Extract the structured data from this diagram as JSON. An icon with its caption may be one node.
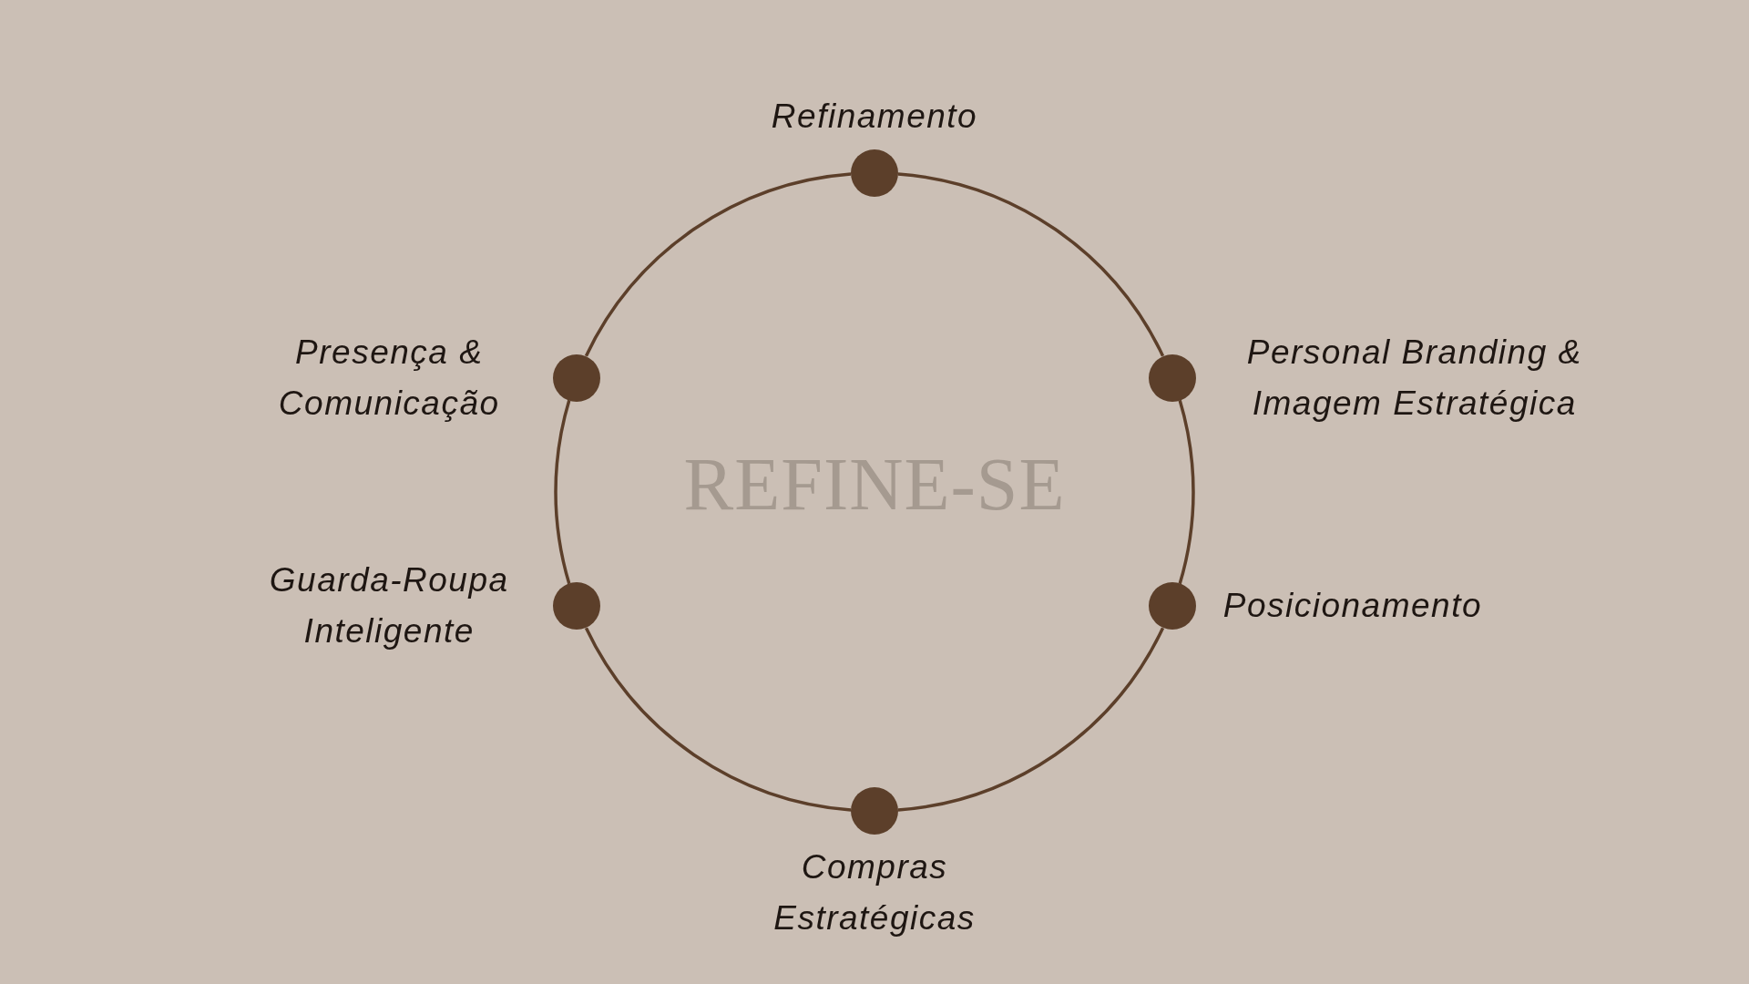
{
  "diagram": {
    "title": "REFINE-SE",
    "nodes": [
      {
        "text": [
          "Refinamento"
        ]
      },
      {
        "text": [
          "Personal Branding & Imagem Estratégica"
        ]
      },
      {
        "text": [
          "Posicionamento"
        ]
      },
      {
        "text": [
          "Compras Estratégicas"
        ]
      },
      {
        "text": [
          "Guarda-Roupa Inteligente"
        ]
      },
      {
        "text": [
          "Presença & Comunicação"
        ]
      }
    ],
    "edges": [
      {
        "from": 0,
        "to": 1,
        "arrow": "none"
      },
      {
        "from": 1,
        "to": 2,
        "arrow": "none"
      },
      {
        "from": 2,
        "to": 3,
        "arrow": "none"
      },
      {
        "from": 3,
        "to": 4,
        "arrow": "none"
      },
      {
        "from": 4,
        "to": 5,
        "arrow": "none"
      },
      {
        "from": 5,
        "to": 0,
        "arrow": "none"
      }
    ]
  }
}
